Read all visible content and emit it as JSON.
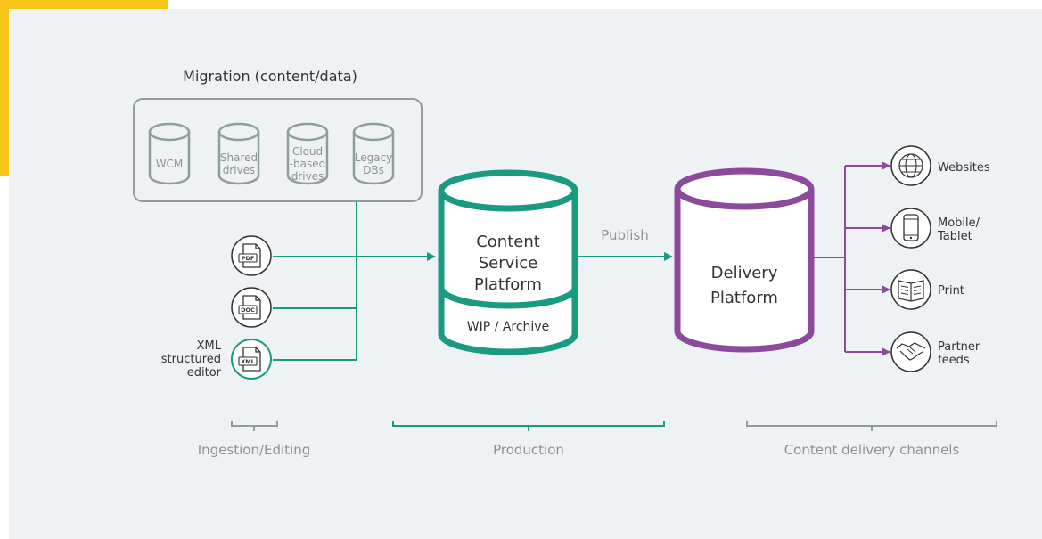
{
  "colors": {
    "teal": "#1a9a7e",
    "purple": "#8b4a9c",
    "gray": "#8e9e9b",
    "text_dark": "#333333",
    "text_muted": "#8a9593",
    "accent": "#f9c518",
    "panel": "#eef2f4"
  },
  "migration": {
    "title": "Migration (content/data)",
    "sources": [
      {
        "line1": "",
        "line2": "WCM",
        "line3": ""
      },
      {
        "line1": "Shared",
        "line2": "drives",
        "line3": ""
      },
      {
        "line1": "Cloud",
        "line2": "-based",
        "line3": "drives"
      },
      {
        "line1": "Legacy",
        "line2": "DBs",
        "line3": ""
      }
    ]
  },
  "ingestion": {
    "files": [
      {
        "tag": "PDF",
        "icon": "pdf-file-icon"
      },
      {
        "tag": "DOC",
        "icon": "doc-file-icon"
      },
      {
        "tag": "XML",
        "icon": "xml-file-icon"
      }
    ],
    "xml_label": [
      "XML",
      "structured",
      "editor"
    ]
  },
  "content_platform": {
    "title_lines": [
      "Content",
      "Service",
      "Platform"
    ],
    "sub_label": "WIP / Archive"
  },
  "publish_label": "Publish",
  "delivery_platform": {
    "title_lines": [
      "Delivery",
      "Platform"
    ]
  },
  "channels": [
    {
      "lines": [
        "Websites"
      ],
      "icon": "globe-icon"
    },
    {
      "lines": [
        "Mobile/",
        "Tablet"
      ],
      "icon": "mobile-icon"
    },
    {
      "lines": [
        "Print"
      ],
      "icon": "book-icon"
    },
    {
      "lines": [
        "Partner",
        "feeds"
      ],
      "icon": "handshake-icon"
    }
  ],
  "sections": {
    "ingestion": "Ingestion/Editing",
    "production": "Production",
    "delivery": "Content delivery channels"
  }
}
